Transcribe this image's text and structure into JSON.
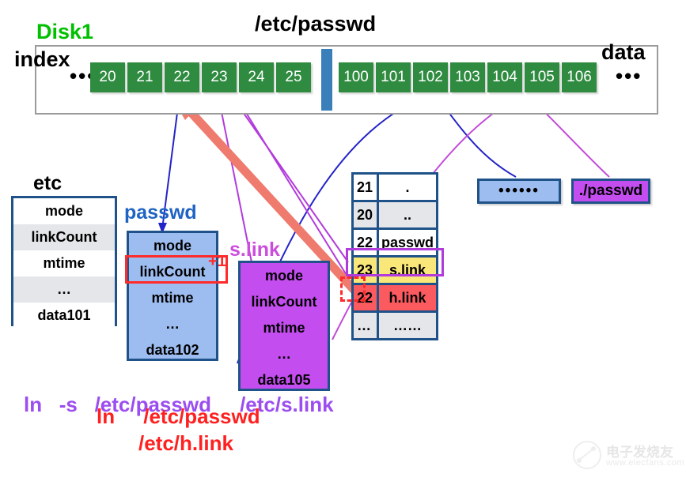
{
  "diagram": {
    "title": "/etc/passwd",
    "disk_label": "Disk1",
    "index_label": "index",
    "data_label": "data",
    "ellipsis_left": "•••",
    "ellipsis_right": "•••",
    "index_blocks": [
      "20",
      "21",
      "22",
      "23",
      "24",
      "25"
    ],
    "data_blocks": [
      "100",
      "101",
      "102",
      "103",
      "104",
      "105",
      "106"
    ]
  },
  "inodes": [
    {
      "name": "etc-inode",
      "label": "etc",
      "rows": [
        "mode",
        "linkCount",
        "mtime",
        "…",
        "data101"
      ]
    },
    {
      "name": "passwd-inode",
      "label": "passwd",
      "rows": [
        "mode",
        "linkCount",
        "mtime",
        "…",
        "data102"
      ],
      "annotation": "+1"
    },
    {
      "name": "slink-inode",
      "label": "s.link",
      "rows": [
        "mode",
        "linkCount",
        "mtime",
        "…",
        "data105"
      ]
    }
  ],
  "dir_table": {
    "name": "etc-directory-entries",
    "rows": [
      {
        "inode": "21",
        "entry": ".",
        "style": "r-white"
      },
      {
        "inode": "20",
        "entry": "..",
        "style": "r-gray"
      },
      {
        "inode": "22",
        "entry": "passwd",
        "style": "r-white"
      },
      {
        "inode": "23",
        "entry": "s.link",
        "style": "r-yellow"
      },
      {
        "inode": "22",
        "entry": "h.link",
        "style": "r-red"
      },
      {
        "inode": "…",
        "entry": "……",
        "style": "r-gray"
      }
    ]
  },
  "data_blocks_right": [
    {
      "name": "data-block-102",
      "text": "••••••"
    },
    {
      "name": "data-block-105",
      "text": "./passwd"
    }
  ],
  "commands": {
    "symlink": "ln   -s   /etc/passwd     /etc/s.link",
    "hardlink_line1": "ln     /etc/passwd",
    "hardlink_line2": "/etc/h.link"
  },
  "watermark": {
    "text": "电子发烧友",
    "url": "www.elecfans.com"
  },
  "colors": {
    "disk_block_green": "#2f8b40",
    "disk_separator_blue": "#3b7fba",
    "passwd_blue": "#9dbdf0",
    "slink_magenta": "#c44df0",
    "yellow_row": "#fae77a",
    "red_row": "#fb5a5f",
    "red_accent": "#ff2a2a",
    "purple_accent": "#9b4df0",
    "green_title": "#00c000",
    "border_blue": "#1f5288"
  }
}
